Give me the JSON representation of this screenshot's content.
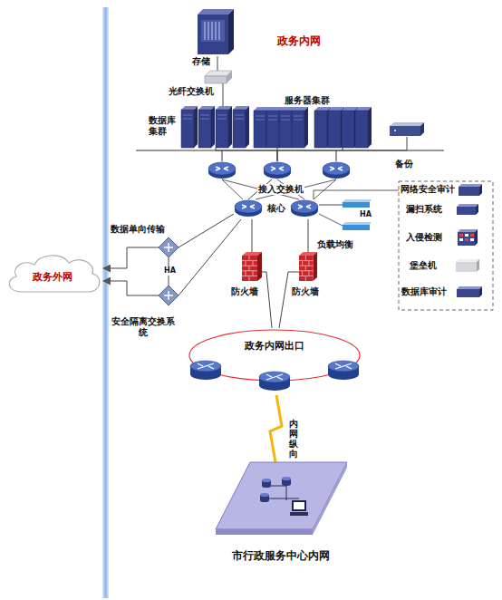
{
  "diagram": {
    "title": "政务内网",
    "nodes": [
      {
        "text": [
          "政务外网"
        ]
      },
      {
        "text": [
          "存储"
        ]
      },
      {
        "text": [
          "光纤交换机"
        ]
      },
      {
        "text": [
          "数据库 集群"
        ]
      },
      {
        "text": [
          "服务器集群"
        ]
      },
      {
        "text": [
          "备份"
        ]
      },
      {
        "text": [
          "接入交换机"
        ]
      },
      {
        "text": [
          "核心"
        ]
      },
      {
        "text": [
          "负载均衡"
        ]
      },
      {
        "text": [
          "网络安全审计"
        ]
      },
      {
        "text": [
          "漏扫系统"
        ]
      },
      {
        "text": [
          "入侵检测"
        ]
      },
      {
        "text": [
          "堡垒机"
        ]
      },
      {
        "text": [
          "数据库审计"
        ]
      },
      {
        "text": [
          "数据单向传输"
        ]
      },
      {
        "text": [
          "安全隔离交换系 统"
        ]
      },
      {
        "text": [
          "防火墙"
        ]
      },
      {
        "text": [
          "防火墙"
        ]
      },
      {
        "text": [
          "政务内网出口"
        ]
      },
      {
        "text": [
          "市行政服务中心内网"
        ]
      }
    ],
    "edges": [
      {
        "from": 1,
        "to": 2,
        "arrow": "none"
      },
      {
        "from": 2,
        "to": 3,
        "arrow": "none"
      },
      {
        "from": 3,
        "to": 6,
        "arrow": "none"
      },
      {
        "from": 4,
        "to": 6,
        "arrow": "none"
      },
      {
        "from": 5,
        "to": 6,
        "arrow": "none"
      },
      {
        "from": 6,
        "to": 7,
        "arrow": "none"
      },
      {
        "from": 7,
        "to": 8,
        "arrow": "none"
      },
      {
        "from": 7,
        "to": 14,
        "arrow": "none"
      },
      {
        "from": 7,
        "to": 15,
        "arrow": "none"
      },
      {
        "from": 14,
        "to": 0,
        "arrow": "to"
      },
      {
        "from": 15,
        "to": 0,
        "arrow": "to"
      },
      {
        "from": 14,
        "to": 15,
        "label": "HA",
        "arrow": "none"
      },
      {
        "from": 7,
        "to": 16,
        "arrow": "none"
      },
      {
        "from": 7,
        "to": 17,
        "arrow": "none"
      },
      {
        "from": 16,
        "to": 18,
        "arrow": "none"
      },
      {
        "from": 17,
        "to": 18,
        "arrow": "none"
      },
      {
        "from": 18,
        "to": 19,
        "label": "内网纵向",
        "arrow": "none"
      }
    ],
    "labels": [
      "HA"
    ]
  }
}
